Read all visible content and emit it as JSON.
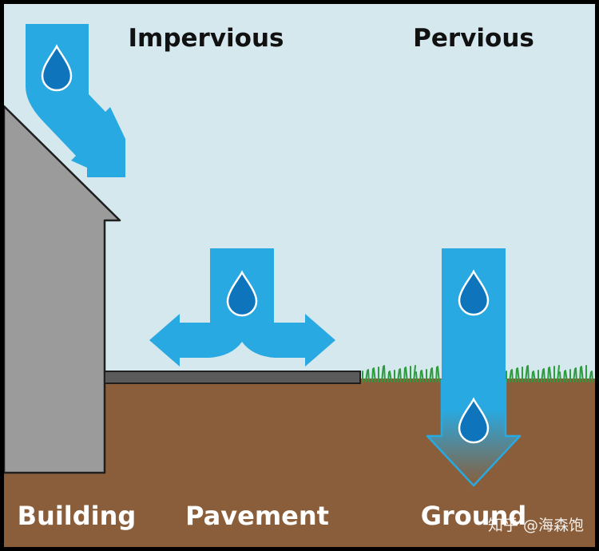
{
  "labels": {
    "impervious": "Impervious",
    "pervious": "Pervious",
    "building": "Building",
    "pavement": "Pavement",
    "ground": "Ground"
  },
  "watermark": "知乎 @海森饱",
  "colors": {
    "sky": "#D4E8EE",
    "soil": "#8A5E3A",
    "building": "#9B9B9B",
    "arrow": "#29A9E1",
    "drop": "#0E74BC",
    "grass": "#2E9B3E",
    "pavement": "#5A5A5A",
    "outline": "#1F1F1F",
    "frame": "#000000",
    "text_dark": "#111111",
    "text_light": "#FFFFFF"
  }
}
